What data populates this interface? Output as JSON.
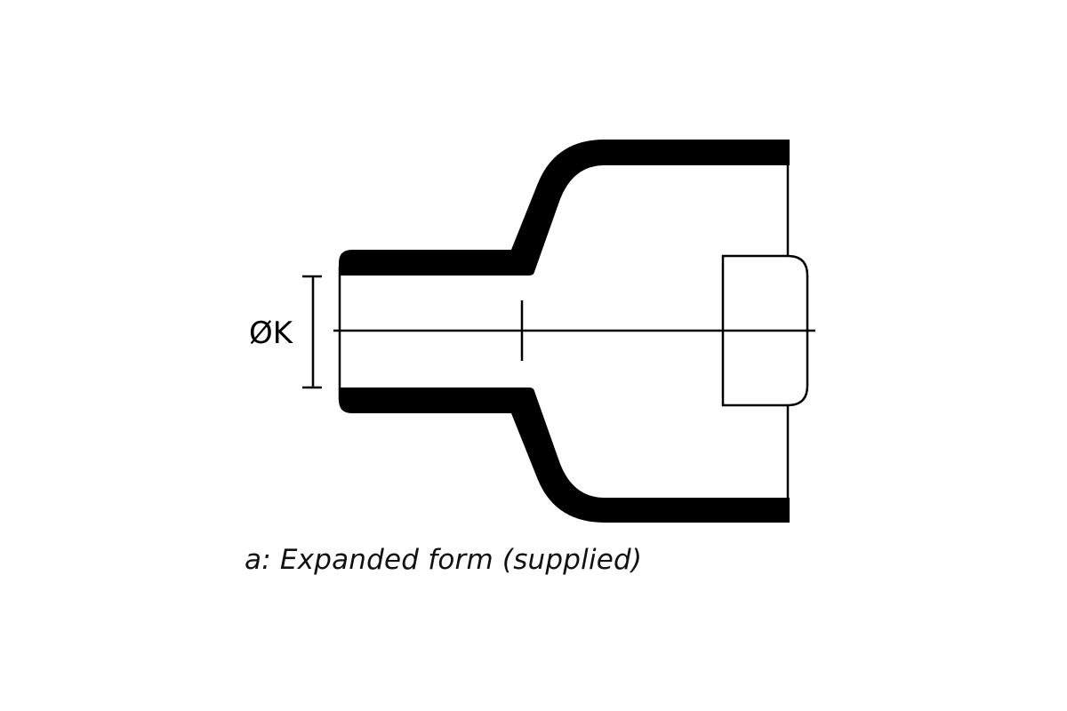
{
  "diagram": {
    "dimension_label": "ØK",
    "caption": "a: Expanded form (supplied)",
    "colors": {
      "background": "#ffffff",
      "stroke": "#000000"
    },
    "components": [
      "sleeve-wall-outline",
      "centerline",
      "diameter-dimension-K",
      "end-cap",
      "transition-tick"
    ]
  }
}
